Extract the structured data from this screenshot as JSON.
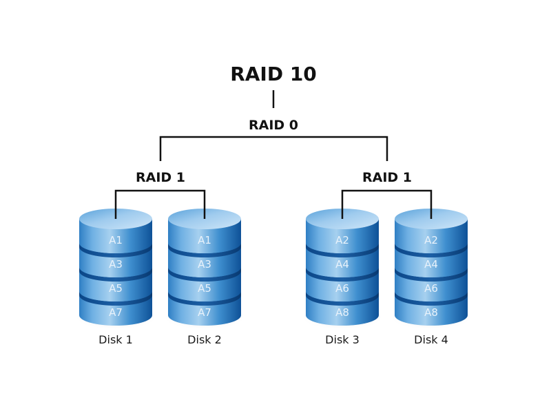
{
  "diagram": {
    "title": "RAID 10",
    "top_level": {
      "label": "RAID 0"
    },
    "groups": [
      {
        "label": "RAID 1",
        "disks": [
          {
            "name": "Disk 1",
            "blocks": [
              "A1",
              "A3",
              "A5",
              "A7"
            ]
          },
          {
            "name": "Disk 2",
            "blocks": [
              "A1",
              "A3",
              "A5",
              "A7"
            ]
          }
        ]
      },
      {
        "label": "RAID 1",
        "disks": [
          {
            "name": "Disk 3",
            "blocks": [
              "A2",
              "A4",
              "A6",
              "A8"
            ]
          },
          {
            "name": "Disk 4",
            "blocks": [
              "A2",
              "A4",
              "A6",
              "A8"
            ]
          }
        ]
      }
    ],
    "colors": {
      "disk_light": "#a9d3f0",
      "disk_mid": "#3f8fcf",
      "disk_dark": "#0d4f95",
      "separator": "#0a3f7c",
      "line": "#111111"
    }
  }
}
